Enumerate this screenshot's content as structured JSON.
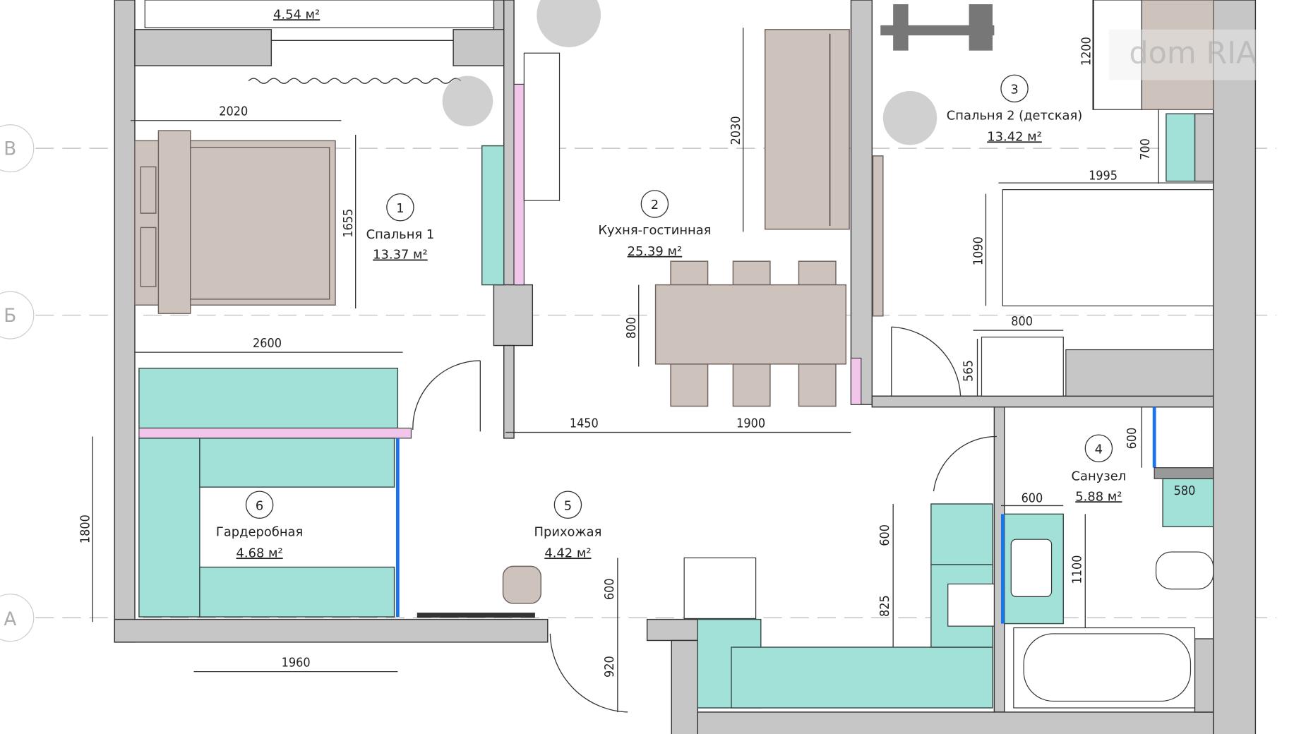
{
  "axes": [
    "В",
    "Б",
    "А"
  ],
  "rooms": [
    {
      "num": "1",
      "name": "Спальня 1",
      "area": "13.37 м²"
    },
    {
      "num": "2",
      "name": "Кухня-гостинная",
      "area": "25.39 м²"
    },
    {
      "num": "3",
      "name": "Спальня 2 (детская)",
      "area": "13.42 м²"
    },
    {
      "num": "4",
      "name": "Санузел",
      "area": "5.88 м²"
    },
    {
      "num": "5",
      "name": "Прихожая",
      "area": "4.42 м²"
    },
    {
      "num": "6",
      "name": "Гардеробная",
      "area": "4.68 м²"
    }
  ],
  "top_room_area": "4.54 м²",
  "dims": {
    "bed1_len": "2020",
    "bed1_w": "1655",
    "wardrobe_w": "2600",
    "wardrobe_h": "1800",
    "wardrobe_bottom": "1960",
    "hall_w": "1450",
    "table_w": "1900",
    "table_h": "800",
    "sofa_h": "2030",
    "desk": "1200",
    "shelf": "700",
    "bed2_len": "1995",
    "bed2_w": "1090",
    "cab_w": "800",
    "cab_h": "565",
    "bath_600a": "600",
    "bath_580": "580",
    "sink_600": "600",
    "sink_1100": "1100",
    "kit_600": "600",
    "kit_825": "825",
    "hall_600": "600",
    "hall_920": "920"
  },
  "watermark": "dom RIA"
}
